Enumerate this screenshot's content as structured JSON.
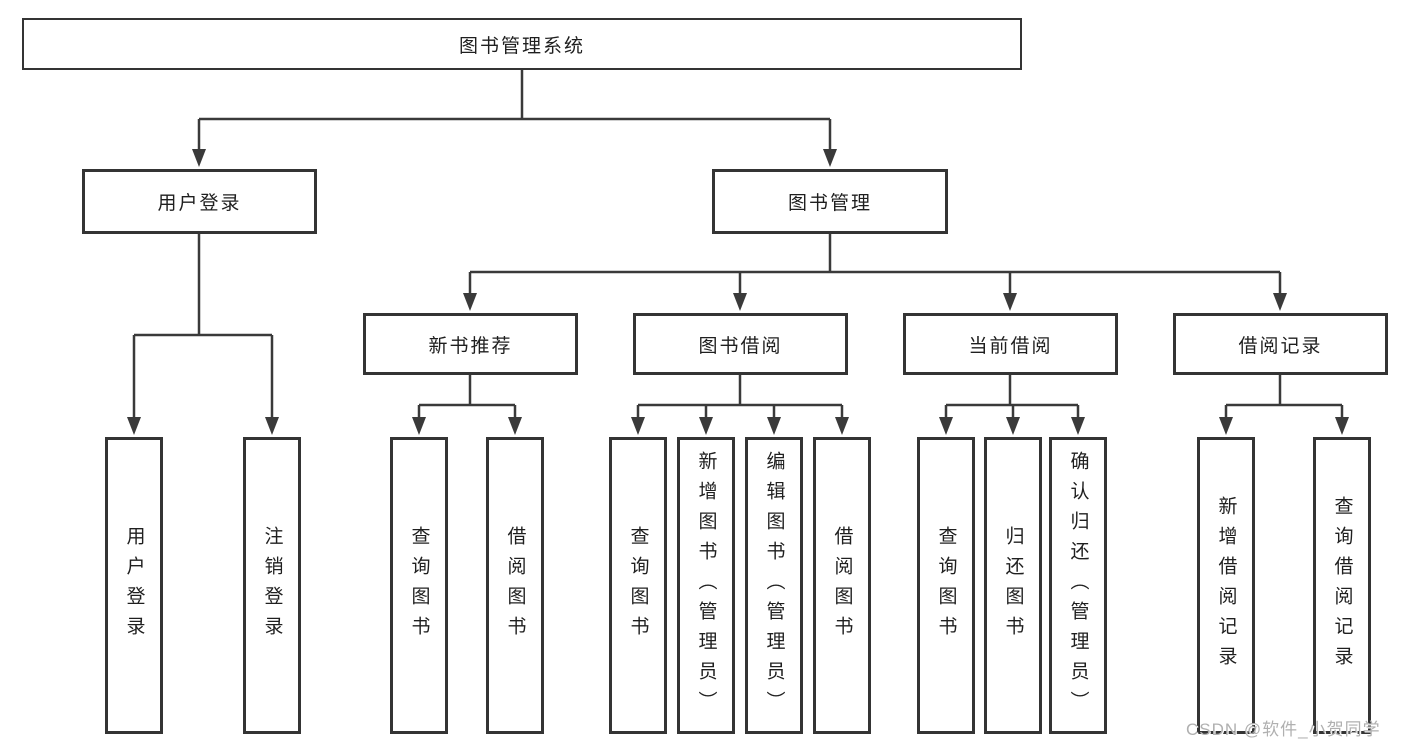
{
  "diagram": {
    "nodes": {
      "root": "图书管理系统",
      "user_login": "用户登录",
      "book_mgmt": "图书管理",
      "new_book_rec": "新书推荐",
      "book_borrow": "图书借阅",
      "current_borrow": "当前借阅",
      "borrow_records": "借阅记录",
      "leaf_user_login": "用户登录",
      "leaf_logout": "注销登录",
      "leaf_query_books_rec": "查询图书",
      "leaf_borrow_books_rec": "借阅图书",
      "leaf_query_books_borrow": "查询图书",
      "leaf_add_books_admin": "新增图书（管理员）",
      "leaf_edit_books_admin": "编辑图书（管理员）",
      "leaf_borrow_books_borrow": "借阅图书",
      "leaf_query_books_current": "查询图书",
      "leaf_return_books": "归还图书",
      "leaf_confirm_return_admin": "确认归还（管理员）",
      "leaf_add_borrow_record": "新增借阅记录",
      "leaf_query_borrow_record": "查询借阅记录"
    },
    "hierarchy": {
      "图书管理系统": {
        "用户登录": [
          "用户登录",
          "注销登录"
        ],
        "图书管理": {
          "新书推荐": [
            "查询图书",
            "借阅图书"
          ],
          "图书借阅": [
            "查询图书",
            "新增图书（管理员）",
            "编辑图书（管理员）",
            "借阅图书"
          ],
          "当前借阅": [
            "查询图书",
            "归还图书",
            "确认归还（管理员）"
          ],
          "借阅记录": [
            "新增借阅记录",
            "查询借阅记录"
          ]
        }
      }
    }
  },
  "watermark": {
    "text": "CSDN @软件_小贺同学"
  },
  "colors": {
    "line": "#3a3a3a",
    "border": "#343434",
    "text": "#1f1f1f",
    "watermark": "#b0b0b0",
    "background": "#ffffff"
  }
}
